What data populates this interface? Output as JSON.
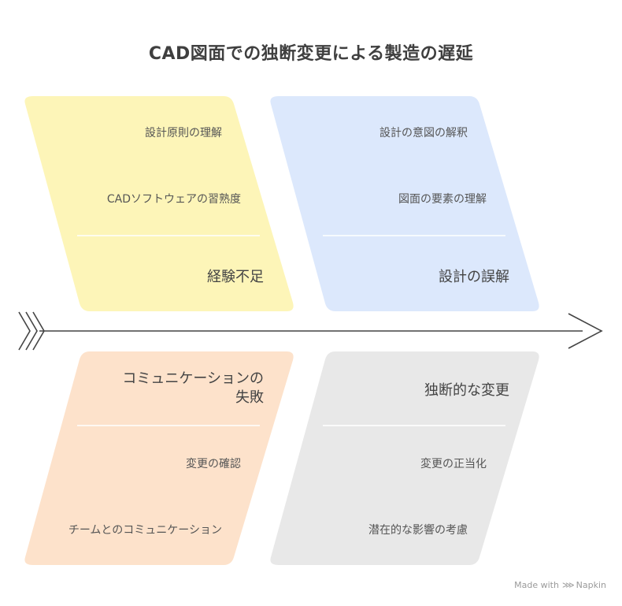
{
  "title": "CAD図面での独断変更による製造の遅延",
  "categories": [
    {
      "id": "experience",
      "heading": "経験不足",
      "color": "#fdf5b8",
      "causes": [
        "設計原則の理解",
        "CADソフトウェアの習熟度"
      ]
    },
    {
      "id": "misunderstanding",
      "heading": "設計の誤解",
      "color": "#dce8fc",
      "causes": [
        "設計の意図の解釈",
        "図面の要素の理解"
      ]
    },
    {
      "id": "communication",
      "heading_line1": "コミュニケーションの",
      "heading_line2": "失敗",
      "color": "#fde2cb",
      "causes": [
        "変更の確認",
        "チームとのコミュニケーション"
      ]
    },
    {
      "id": "arbitrary",
      "heading": "独断的な変更",
      "color": "#e8e8e8",
      "causes": [
        "変更の正当化",
        "潜在的な影響の考慮"
      ]
    }
  ],
  "watermark": {
    "text_made": "Made with",
    "icon": "napkin-logo-icon",
    "text_brand": "Napkin"
  }
}
